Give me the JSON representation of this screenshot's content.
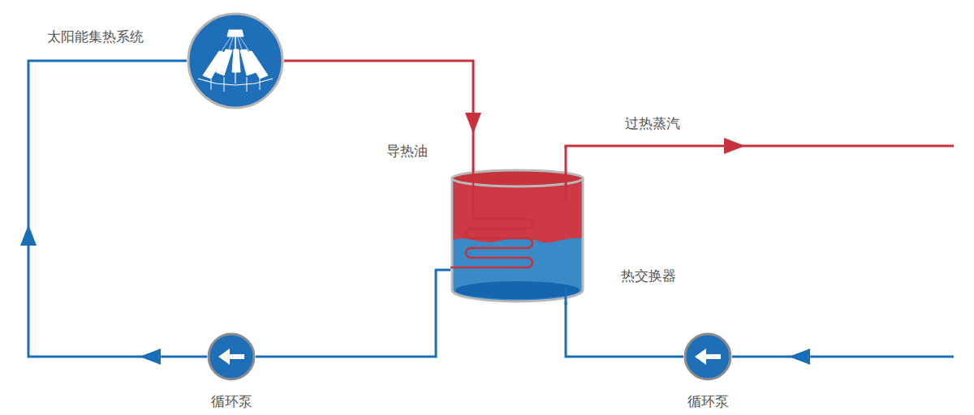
{
  "diagram": {
    "nodes": [
      {
        "text": [
          "太阳能集热系统"
        ]
      },
      {
        "text": [
          "热交换器"
        ]
      },
      {
        "text": [
          "循环泵"
        ]
      },
      {
        "text": [
          "循环泵"
        ]
      }
    ],
    "edges": [
      {
        "from": 0,
        "to": 1,
        "arrow": "to"
      },
      {
        "from": 1,
        "to": 2,
        "arrow": "to"
      },
      {
        "from": 2,
        "to": 0,
        "arrow": "to"
      },
      {
        "from": 3,
        "to": 1,
        "arrow": "to"
      }
    ],
    "labels": [
      "导热油",
      "过热蒸汽"
    ]
  }
}
